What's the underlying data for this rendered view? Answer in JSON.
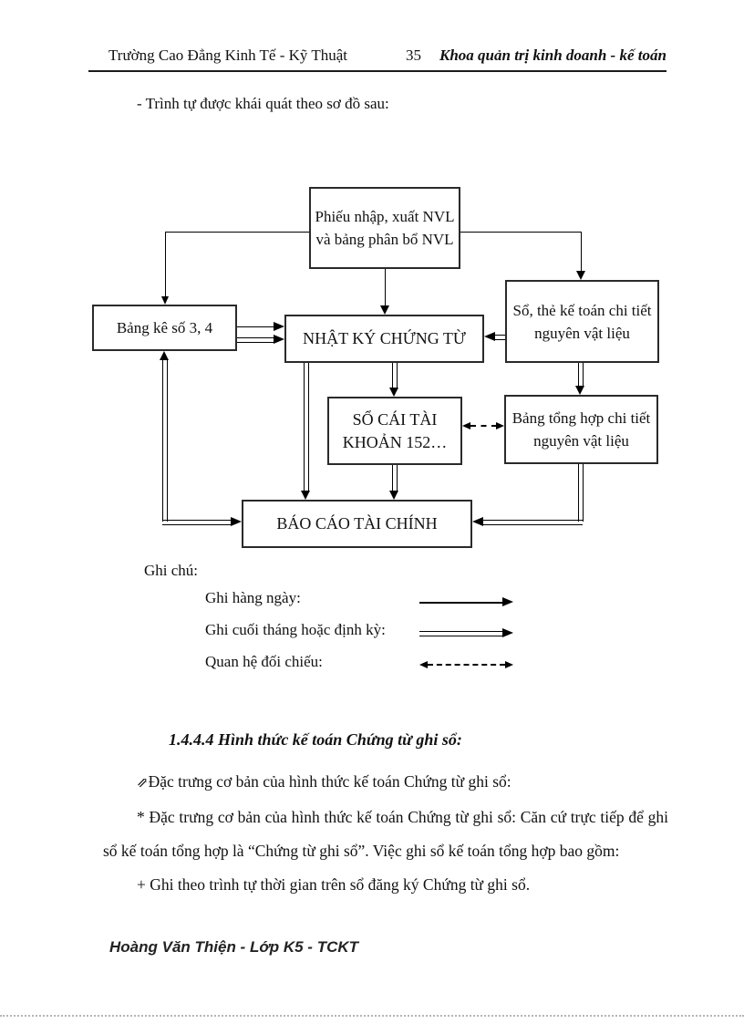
{
  "header": {
    "left": "Trường Cao Đẳng Kinh Tế - Kỹ Thuật",
    "page_number": "35",
    "right": "Khoa quản trị kinh doanh - kế toán"
  },
  "intro": "- Trình tự được khái quát theo sơ đồ sau:",
  "diagram": {
    "boxes": {
      "phieu_nhap": "Phiếu nhập, xuất NVL và bảng phân bổ NVL",
      "bang_ke": "Bảng kê số 3, 4",
      "nhat_ky": "NHẬT KÝ CHỨNG TỪ",
      "so_the": "Sổ, thẻ kế toán chi tiết nguyên vật liệu",
      "so_cai": "SỔ CÁI TÀI KHOẢN 152…",
      "bang_tong_hop": "Bảng tổng hợp chi tiết nguyên vật liệu",
      "bao_cao": "BÁO CÁO TÀI CHÍNH"
    },
    "legend": {
      "title": "Ghi chú:",
      "items": [
        {
          "label": "Ghi hàng ngày:",
          "style": "solid"
        },
        {
          "label": "Ghi cuối tháng hoặc định kỳ:",
          "style": "double"
        },
        {
          "label": "Quan hệ đối chiếu:",
          "style": "dashed"
        }
      ]
    },
    "colors": {
      "line": "#000000",
      "box_border": "#2a2a2a"
    }
  },
  "section": {
    "heading": "1.4.4.4 Hình thức kế toán Chứng từ ghi sổ:",
    "bullet_glyph": "⇗",
    "para1": "Đặc trưng cơ bản của hình thức kế toán Chứng từ ghi sổ:",
    "para2": "* Đặc trưng cơ bản của hình thức kế toán Chứng từ ghi sổ: Căn cứ trực tiếp để ghi sổ kế toán tổng hợp là “Chứng từ ghi sổ”. Việc ghi sổ kế toán tổng hợp bao gồm:",
    "para3": "+ Ghi theo trình tự thời gian trên sổ đăng ký Chứng từ ghi sổ."
  },
  "footer": "Hoàng Văn Thiện  - Lớp K5 - TCKT"
}
